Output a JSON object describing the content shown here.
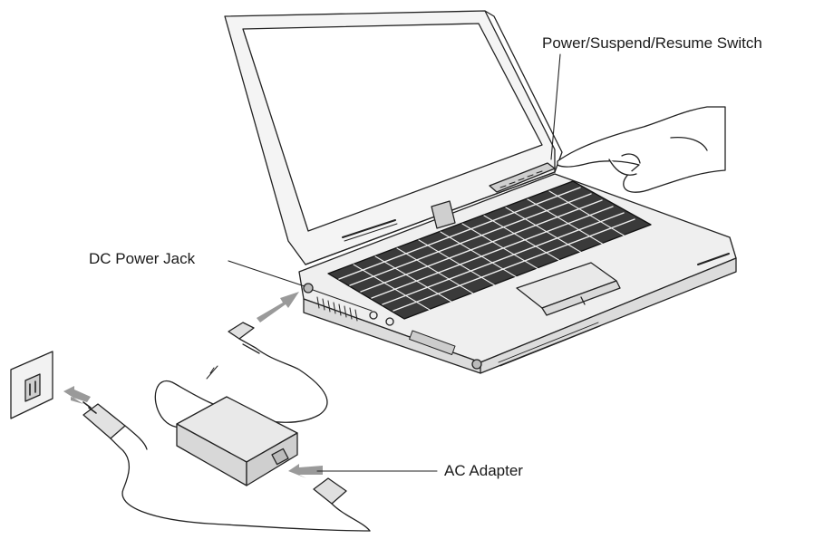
{
  "labels": {
    "power_switch": "Power/Suspend/Resume Switch",
    "dc_jack": "DC Power Jack",
    "ac_adapter": "AC Adapter"
  },
  "colors": {
    "line": "#222222",
    "gray_fill": "#e6e6e6",
    "dark_fill": "#bfbfbf",
    "arrow_fill": "#9a9a9a"
  }
}
